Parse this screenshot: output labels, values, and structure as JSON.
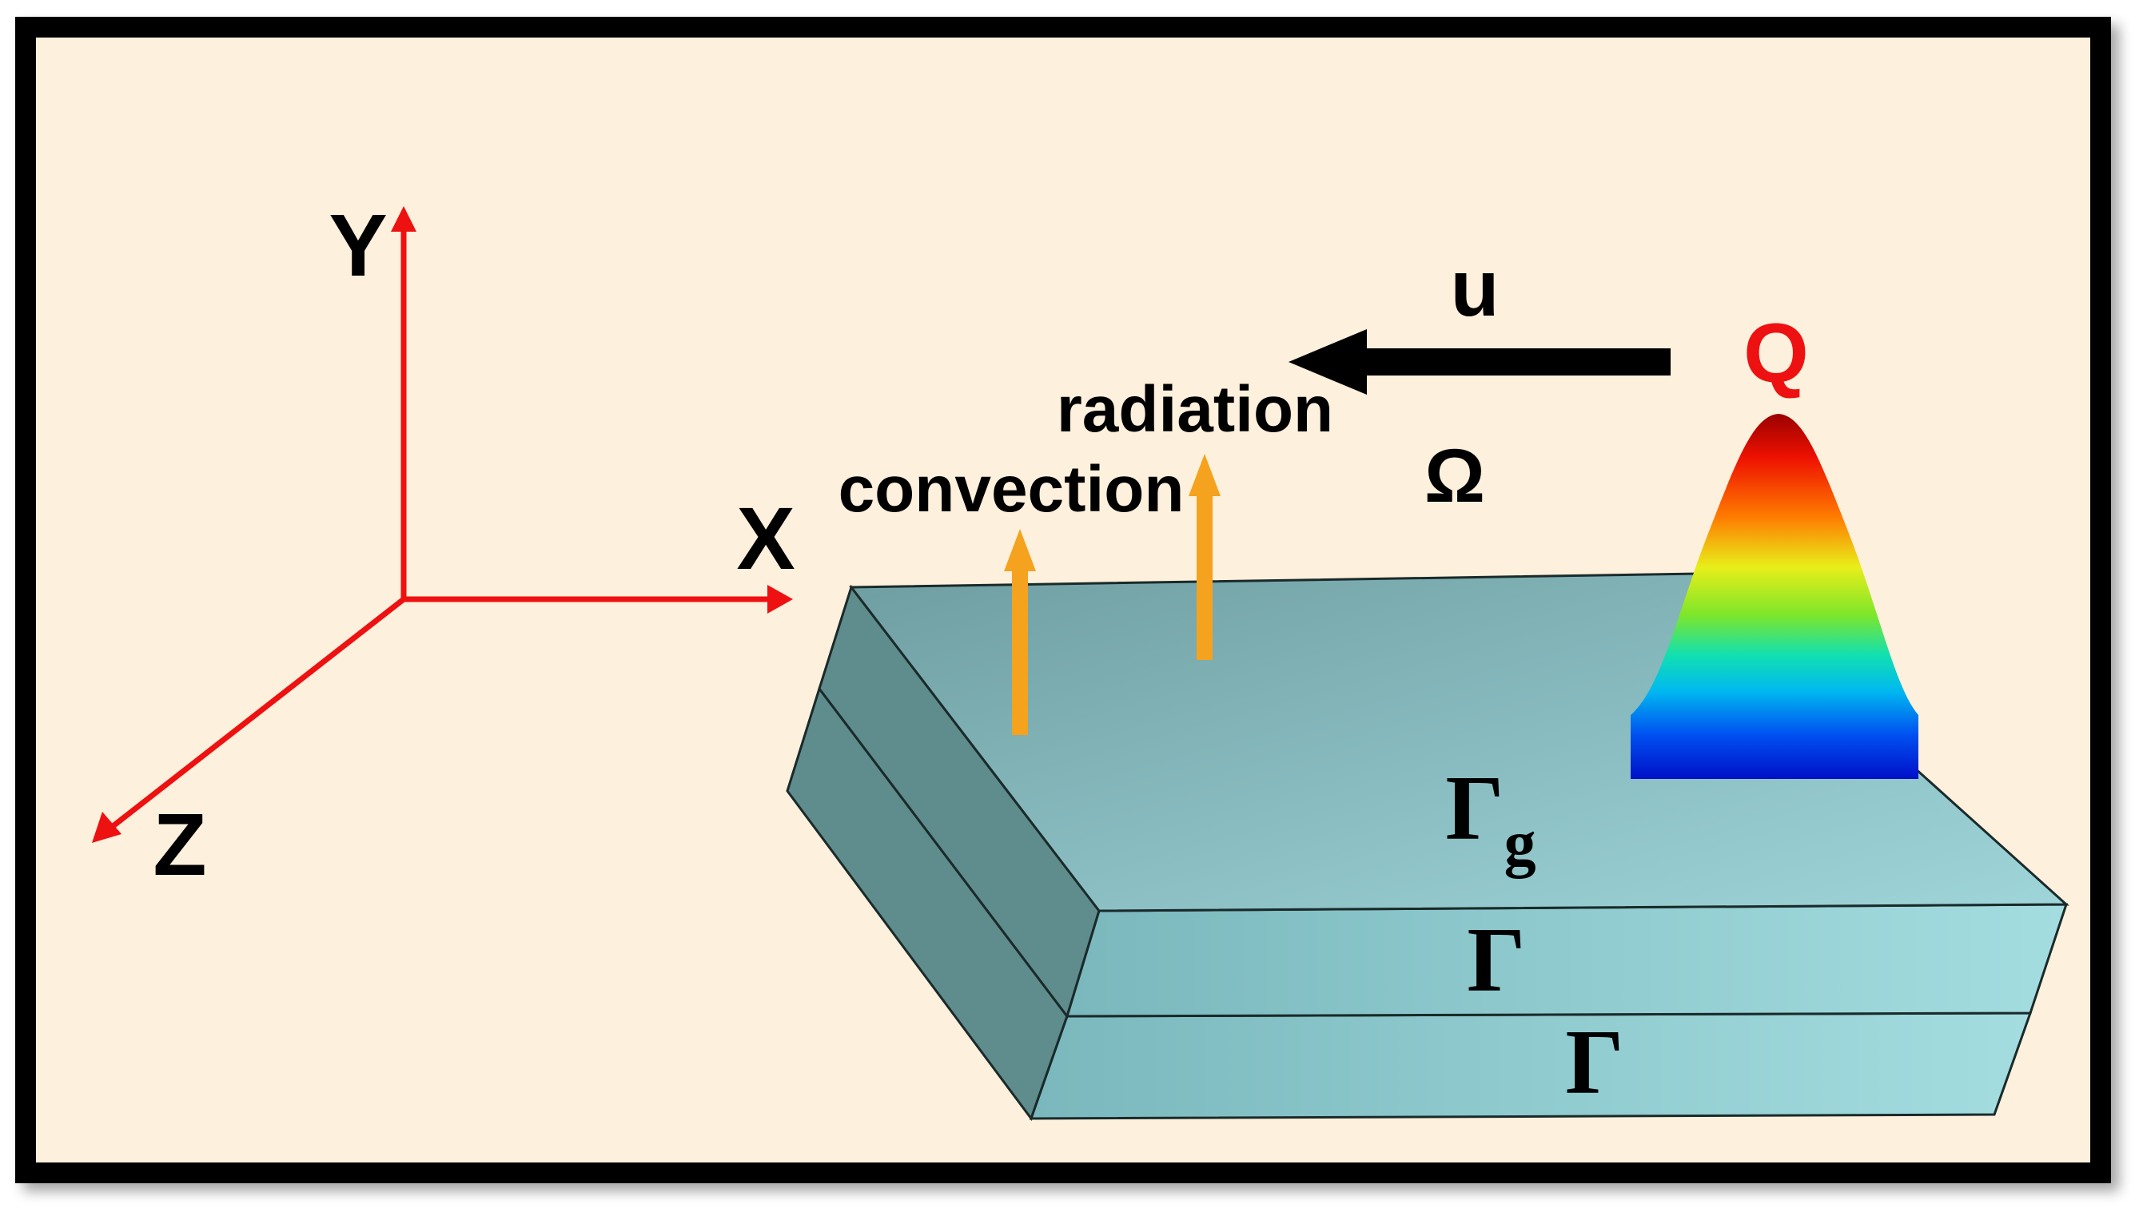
{
  "axes": {
    "x": "X",
    "y": "Y",
    "z": "Z"
  },
  "labels": {
    "velocity": "u",
    "heat_source": "Q",
    "domain": "Ω",
    "radiation": "radiation",
    "convection": "convection",
    "boundary_top": "Γ",
    "boundary_top_sub": "g",
    "boundary_middle": "Γ",
    "boundary_bottom": "Γ"
  },
  "colors": {
    "background": "#fdf0dc",
    "frame": "#000000",
    "axis": "#ee1111",
    "flux_arrow": "#f5a21f",
    "velocity_arrow": "#000000",
    "plate_top": "#8fc4c8",
    "plate_front": "#8ccfd4",
    "plate_side": "#5f8c8c",
    "heat_label": "#ee1111"
  }
}
